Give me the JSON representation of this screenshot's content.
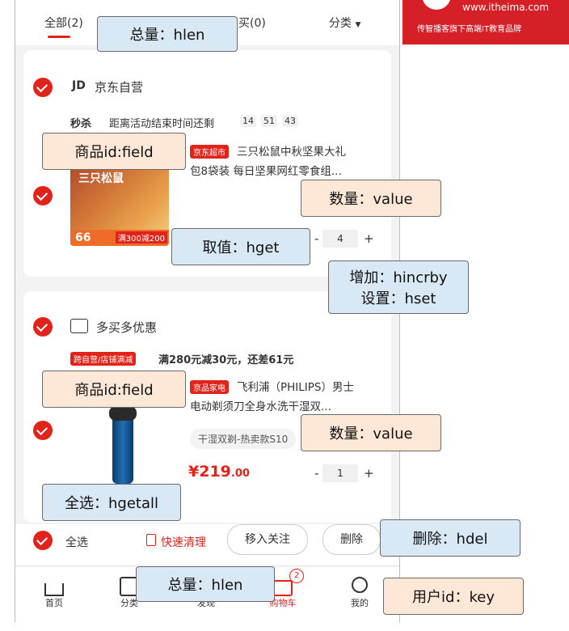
{
  "brand": {
    "url": "www.itheima.com",
    "slogan": "传智播客旗下高端IT教育品牌"
  },
  "tabs": [
    {
      "label": "全部(2)"
    },
    {
      "label": "常买(0)"
    },
    {
      "label": "分类"
    }
  ],
  "cart": {
    "shops": [
      {
        "logo": "JD",
        "name": "京东自营",
        "promo_label": "秒杀",
        "promo_text": "距离活动结束时间还剩",
        "countdown": [
          "14",
          "51",
          "43"
        ],
        "item": {
          "tag": "京东超市",
          "title_line1": "三只松鼠中秋坚果大礼",
          "title_line2": "包8袋装 每日坚果网红零食组...",
          "image_text": "三只松鼠",
          "image_badge": "66",
          "image_promo": "满300减200",
          "quantity": "4"
        }
      },
      {
        "name": "多买多优惠",
        "promo_tag": "跨自营/店铺满减",
        "promo_text": "满280元减30元，还差61元",
        "item": {
          "tag": "京品家电",
          "title_line1": "飞利浦（PHILIPS）男士",
          "title_line2": "电动剃须刀全身水洗干湿双...",
          "spec": "干湿双剃-热卖款S10",
          "price_main": "¥219",
          "price_decimal": ".00",
          "quantity": "1"
        }
      }
    ],
    "select_all_label": "全选",
    "quick_clean_label": "快速清理",
    "move_follow_label": "移入关注",
    "delete_label": "删除"
  },
  "nav": [
    {
      "label": "首页"
    },
    {
      "label": "分类"
    },
    {
      "label": "发现"
    },
    {
      "label": "购物车",
      "badge": "2"
    },
    {
      "label": "我的"
    }
  ],
  "stepper": {
    "minus": "-",
    "plus": "+"
  },
  "callouts": {
    "total1": "总量：hlen",
    "field1": "商品id:field",
    "value1": "数量：value",
    "hget": "取值：hget",
    "incr_line1": "增加：hincrby",
    "incr_line2": "设置：hset",
    "field2": "商品id:field",
    "value2": "数量：value",
    "hgetall": "全选：hgetall",
    "hdel": "删除：hdel",
    "total2": "总量：hlen",
    "key": "用户id：key"
  },
  "colors": {
    "accent": "#e2231a",
    "callout_orange": "#fde8d8",
    "callout_blue": "#d9e8f5"
  }
}
